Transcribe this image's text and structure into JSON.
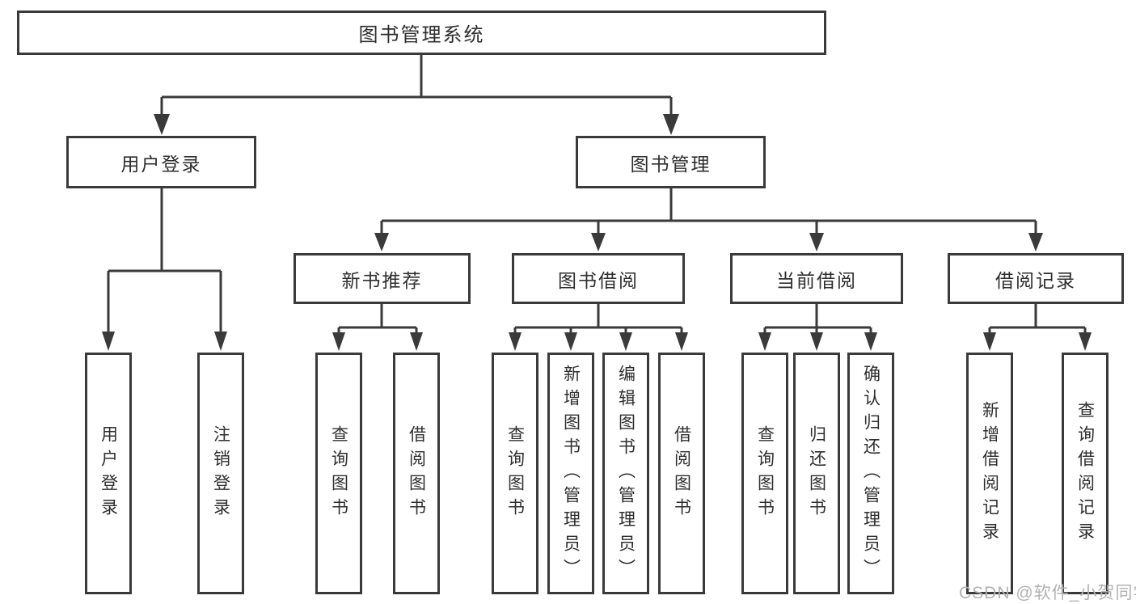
{
  "nodes": {
    "root": "图书管理系统",
    "level2": {
      "user_login": "用户登录",
      "book_management": "图书管理"
    },
    "level3": {
      "new_book_recommend": "新书推荐",
      "book_borrowing": "图书借阅",
      "current_borrowing": "当前借阅",
      "borrowing_records": "借阅记录"
    },
    "leaves": {
      "user_login_leaf": "用户登录",
      "logout_leaf": "注销登录",
      "nb_query_books": "查询图书",
      "nb_borrow_books": "借阅图书",
      "bb_query_books": "查询图书",
      "bb_add_books_admin": "新增图书（管理员）",
      "bb_edit_books_admin": "编辑图书（管理员）",
      "bb_borrow_books": "借阅图书",
      "cb_query_books": "查询图书",
      "cb_return_books": "归还图书",
      "cb_confirm_return_admin": "确认归还（管理员）",
      "br_add_record": "新增借阅记录",
      "br_query_record": "查询借阅记录"
    }
  },
  "watermark": "CSDN @软件_小贺同学",
  "colors": {
    "line": "#3a3a3a",
    "text": "#2e2e2e",
    "background": "#ffffff",
    "watermark": "#b2b2b2"
  }
}
